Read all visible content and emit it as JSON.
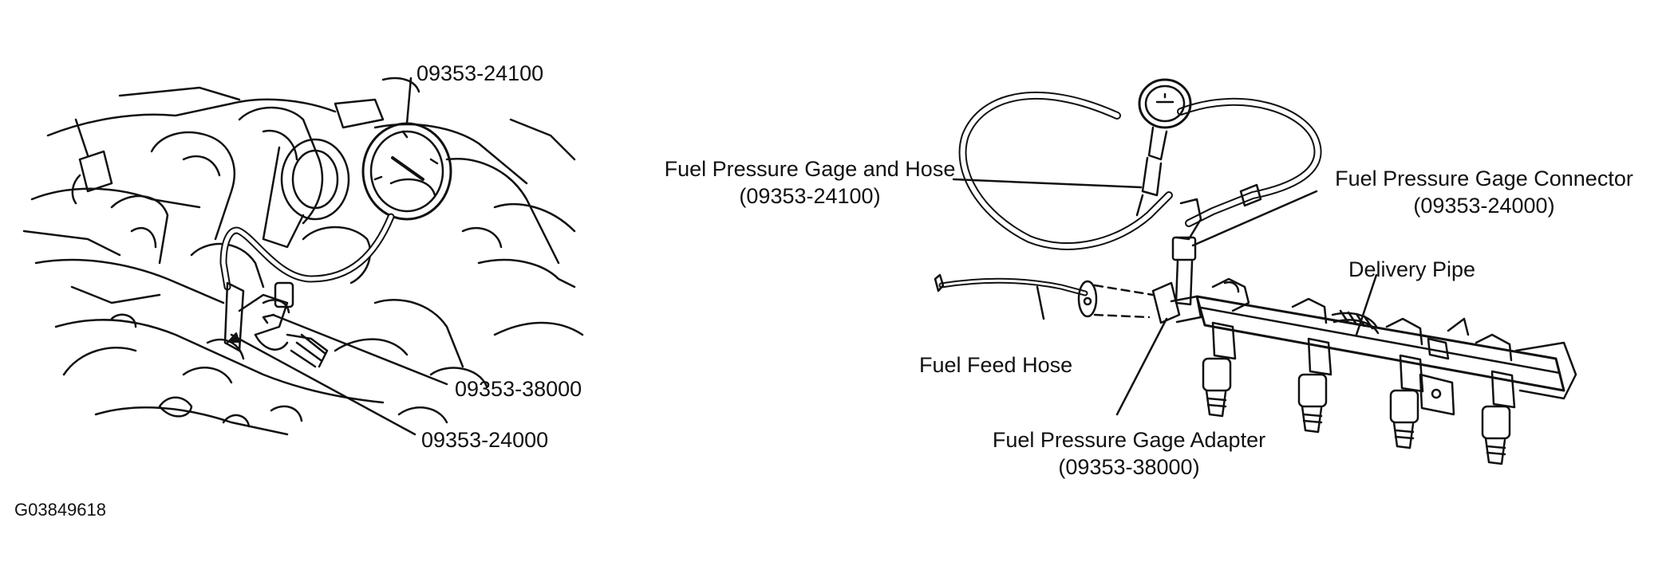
{
  "left_panel": {
    "callouts": {
      "gauge_part": "09353-24100",
      "adapter_part": "09353-38000",
      "connector_part": "09353-24000"
    }
  },
  "right_panel": {
    "labels": {
      "gauge_hose_name": "Fuel Pressure Gage and Hose",
      "gauge_hose_part": "(09353-24100)",
      "connector_name": "Fuel Pressure Gage Connector",
      "connector_part": "(09353-24000)",
      "delivery_pipe": "Delivery Pipe",
      "feed_hose": "Fuel Feed Hose",
      "adapter_name": "Fuel Pressure Gage Adapter",
      "adapter_part": "(09353-38000)"
    }
  },
  "figure_id": "G03849618"
}
